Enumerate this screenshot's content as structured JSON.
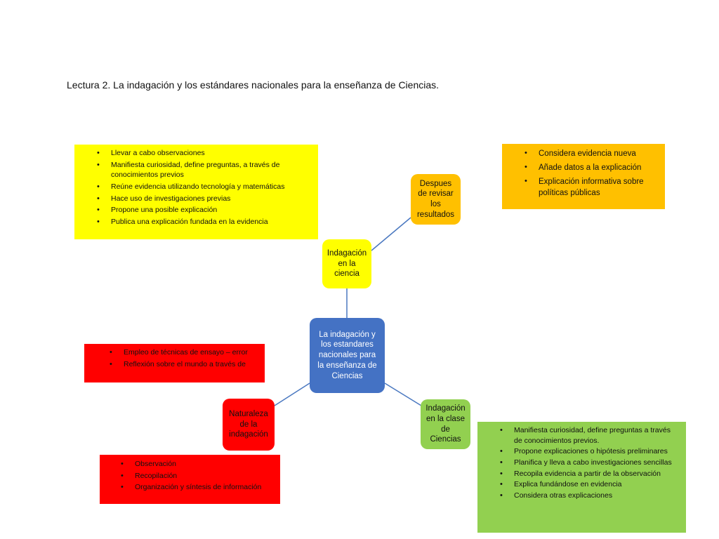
{
  "title": "Lectura 2. La indagación  y los estándares nacionales para la enseñanza  de Ciencias.",
  "nodes": {
    "center": [
      "La indagación  y",
      "los estandares",
      "nacionales para",
      "la enseñanza de",
      "Ciencias"
    ],
    "science": [
      "Indagación",
      "en la",
      "ciencia"
    ],
    "after": [
      "Despues",
      "de revisar",
      "los",
      "resultados"
    ],
    "nature": [
      "Naturaleza",
      "de la",
      "indagación"
    ],
    "class": [
      "Indagación",
      "en la clase",
      "de",
      "Ciencias"
    ]
  },
  "boxes": {
    "yellow": [
      "Llevar a cabo observaciones",
      "Manifiesta curiosidad, define preguntas, a través de conocimientos  previos",
      "Reúne evidencia utilizando tecnología y matemáticas",
      "Hace uso de investigaciones previas",
      "Propone una posible explicación",
      "Publica una explicación fundada en la evidencia"
    ],
    "orange": [
      "Considera evidencia nueva",
      "Añade datos a la explicación",
      "Explicación informativa sobre políticas públicas"
    ],
    "red_top": [
      "Empleo de técnicas de ensayo – error",
      "Reflexión sobre el mundo  a través de"
    ],
    "red_bottom": [
      "Observación",
      "Recopilación",
      "Organización y síntesis de información"
    ],
    "green": [
      "Manifiesta curiosidad, define preguntas a través de conocimientos previos.",
      "Propone explicaciones o hipótesis preliminares",
      "Planifica y lleva a cabo investigaciones sencillas",
      "Recopila evidencia a partir de la observación",
      "Explica fundándose en evidencia",
      "Considera otras explicaciones"
    ]
  },
  "colors": {
    "center": "#4472c4",
    "yellow": "#ffff00",
    "orange": "#ffc000",
    "red": "#ff0000",
    "green": "#92d050",
    "connector": "#4a78c0"
  }
}
